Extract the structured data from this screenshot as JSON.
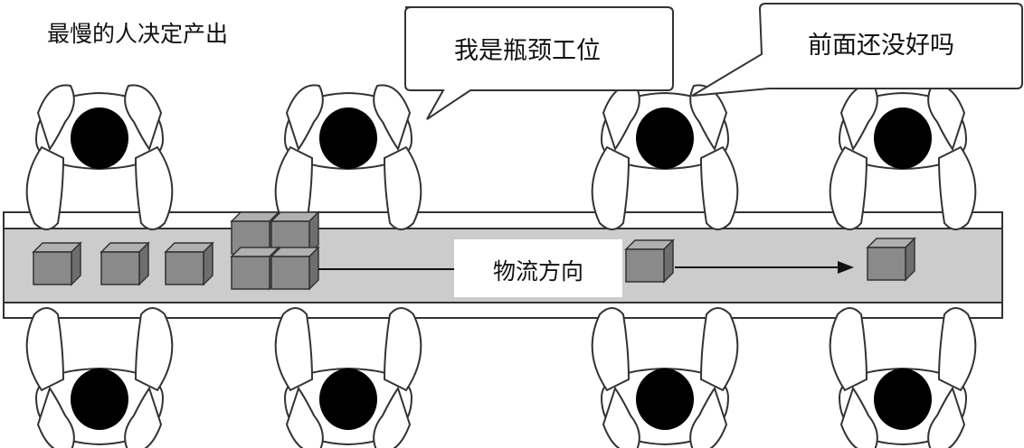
{
  "title": "最慢的人决定产出",
  "bubbles": [
    {
      "text": "我是瓶颈工位"
    },
    {
      "text": "前面还没好吗"
    }
  ],
  "flow_label": "物流方向",
  "colors": {
    "belt_fill": "#cccccc",
    "box_front": "#8a8a8a",
    "box_top": "#b0b0b0",
    "box_side": "#6e6e6e",
    "outline": "#333333",
    "head": "#000000",
    "background": "#ffffff"
  },
  "workers": {
    "top_row": 4,
    "bottom_row": 4
  },
  "boxes": {
    "waiting_queue": 3,
    "bottleneck_stack": 4,
    "in_transit": 2
  }
}
